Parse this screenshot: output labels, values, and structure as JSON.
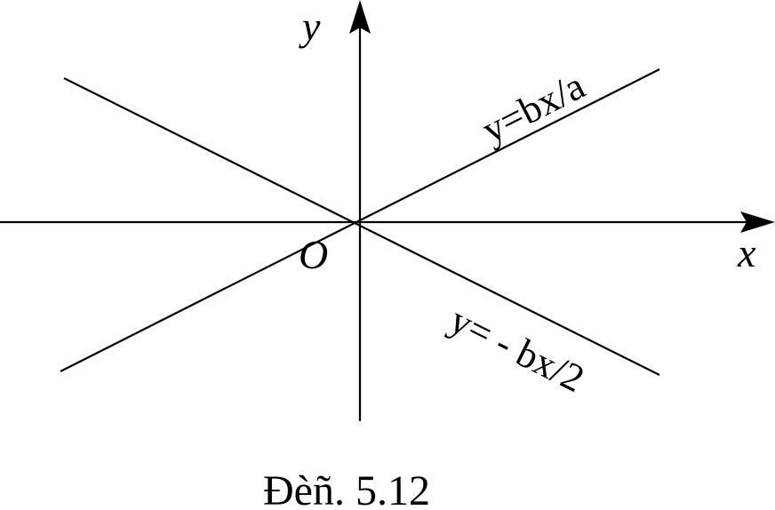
{
  "axes": {
    "x_label": "x",
    "y_label": "y",
    "origin_label": "O"
  },
  "lines": {
    "upper_equation": "y=bx/a",
    "lower_equation": "y= - bx/2"
  },
  "caption": "Đèñ. 5.12",
  "colors": {
    "ink": "#000000",
    "background": "#ffffff"
  }
}
